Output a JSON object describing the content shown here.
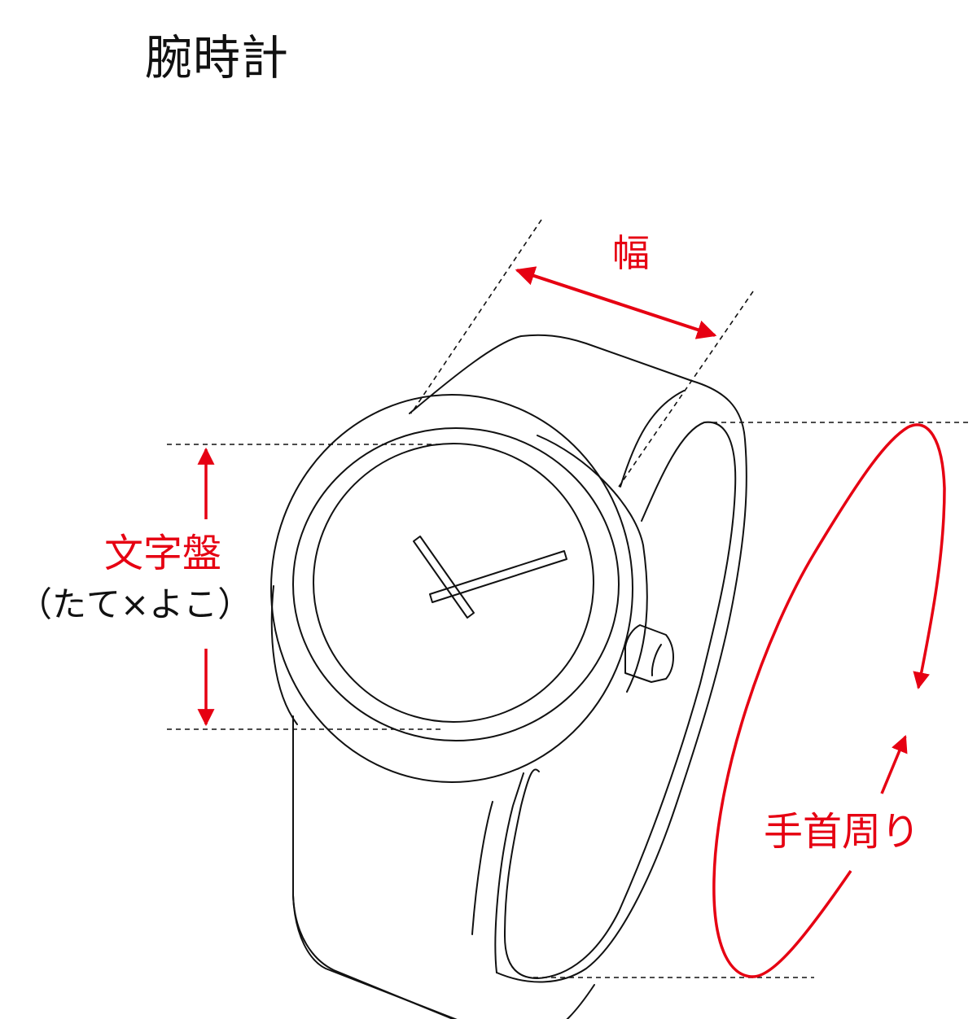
{
  "title": "腕時計",
  "labels": {
    "width": "幅",
    "dial": "文字盤",
    "dial_sub": "（たて×よこ）",
    "wrist": "手首周り"
  },
  "colors": {
    "accent": "#e60012",
    "line": "#111111",
    "background": "#ffffff"
  },
  "diagram": {
    "subject": "wristwatch",
    "measurements": [
      {
        "name": "幅",
        "meaning": "strap width",
        "indicator": "double-headed-arrow"
      },
      {
        "name": "文字盤",
        "meaning": "dial size",
        "detail": "（たて×よこ）",
        "indicator": "vertical-double-arrow"
      },
      {
        "name": "手首周り",
        "meaning": "wrist circumference",
        "indicator": "elliptical-loop-arrow"
      }
    ]
  }
}
